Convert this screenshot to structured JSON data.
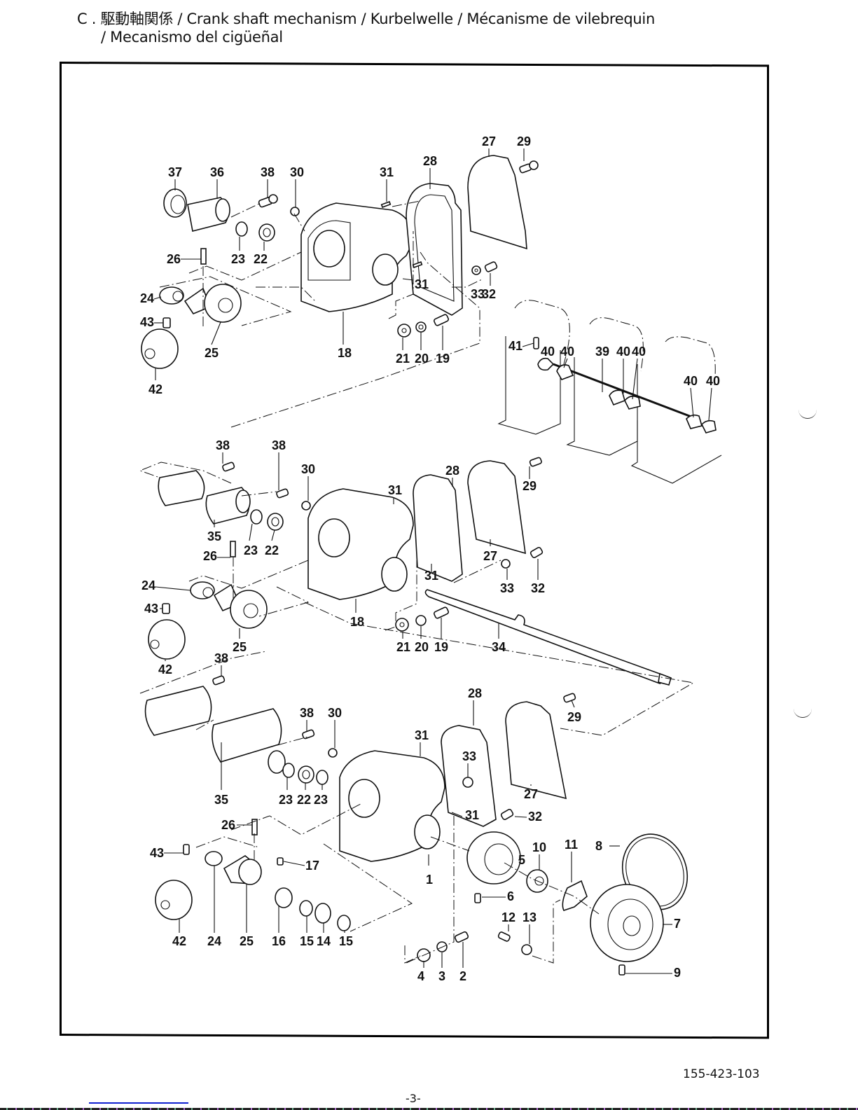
{
  "header": {
    "section": "C .",
    "title_line1": "駆動軸関係 / Crank shaft mechanism / Kurbelwelle / Mécanisme de vilebrequin",
    "title_line2": "/ Mecanismo del cigüeñal"
  },
  "footer": {
    "document_number": "155-423-103",
    "page_number": "-3-"
  },
  "diagram": {
    "assemblies": [
      {
        "name": "upper-assembly",
        "callouts": [
          "37",
          "36",
          "38",
          "30",
          "31",
          "28",
          "27",
          "29",
          "26",
          "23",
          "22",
          "24",
          "43",
          "25",
          "42",
          "18",
          "31",
          "33",
          "32",
          "21",
          "20",
          "19"
        ]
      },
      {
        "name": "rail-assembly",
        "callouts": [
          "41",
          "40",
          "40",
          "39",
          "40",
          "40",
          "40",
          "40"
        ]
      },
      {
        "name": "middle-assembly",
        "callouts": [
          "38",
          "38",
          "30",
          "31",
          "28",
          "29",
          "35",
          "23",
          "22",
          "26",
          "27",
          "24",
          "31",
          "33",
          "32",
          "43",
          "18",
          "21",
          "20",
          "19",
          "34",
          "25",
          "42"
        ]
      },
      {
        "name": "lower-assembly",
        "callouts": [
          "38",
          "28",
          "29",
          "38",
          "30",
          "31",
          "33",
          "35",
          "23",
          "22",
          "23",
          "27",
          "26",
          "31",
          "32",
          "43",
          "17",
          "10",
          "11",
          "8",
          "5",
          "1",
          "6",
          "12",
          "13",
          "7",
          "42",
          "24",
          "25",
          "16",
          "15",
          "14",
          "15",
          "4",
          "3",
          "2",
          "9"
        ]
      }
    ]
  }
}
